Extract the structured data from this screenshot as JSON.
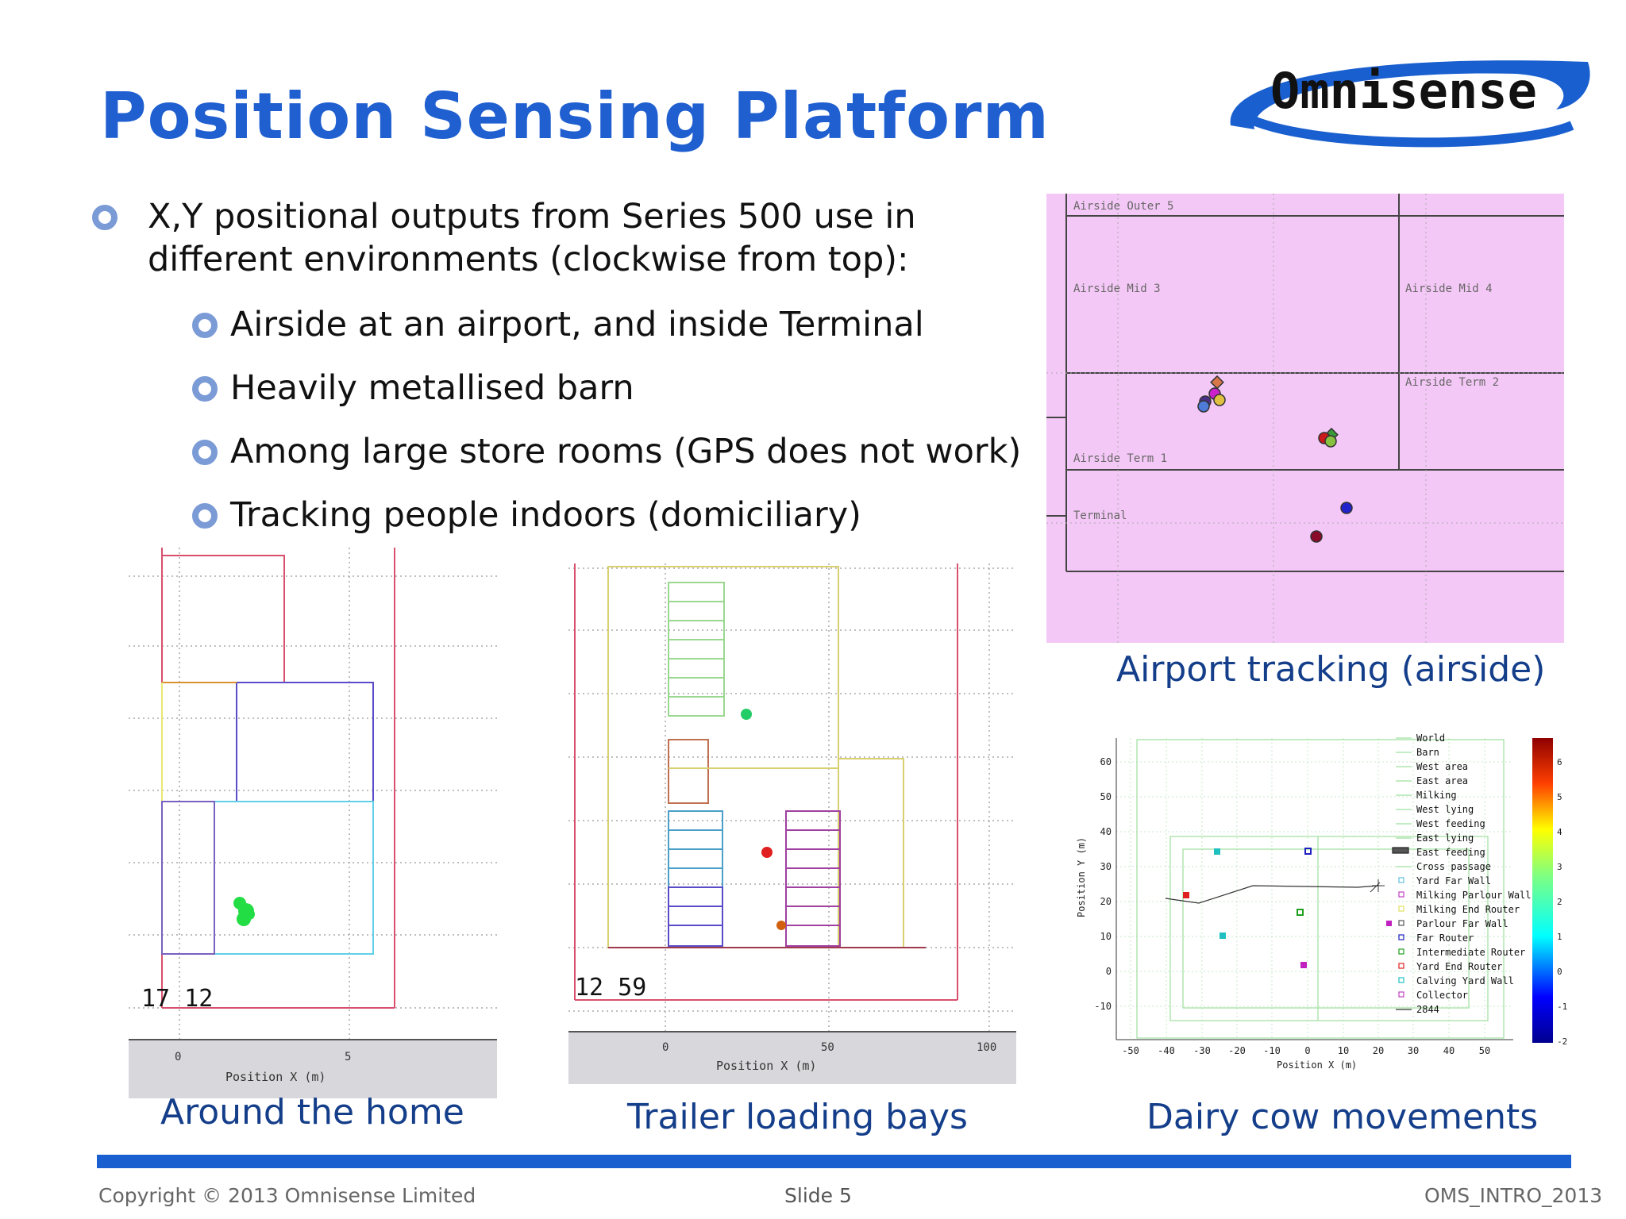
{
  "slide": {
    "title": "Position Sensing Platform",
    "logo_text": "Omnisense",
    "bullet_main": [
      "X,Y positional outputs from Series 500 use in",
      "different environments (clockwise from top):"
    ],
    "sub_bullets": [
      "Airside at an airport, and inside Terminal",
      "Heavily metallised barn",
      "Among large store rooms (GPS does not work)",
      "Tracking people indoors (domiciliary)"
    ]
  },
  "panels": {
    "home": {
      "caption": "Around the home",
      "timestamp": "17 12",
      "xlabel": "Position X (m)",
      "xticks": [
        "0",
        "5"
      ]
    },
    "trailer": {
      "caption": "Trailer loading bays",
      "timestamp": "12 59",
      "xlabel": "Position X (m)",
      "xticks": [
        "0",
        "50",
        "100"
      ]
    },
    "airport": {
      "caption": "Airport tracking (airside)",
      "zones": [
        "Airside Outer 5",
        "Airside Mid 3",
        "Airside Mid 4",
        "Airside Term 2",
        "Airside Term 1",
        "Terminal"
      ]
    },
    "dairy": {
      "caption": "Dairy cow movements",
      "xlabel": "Position X (m)",
      "ylabel": "Position Y (m)",
      "xticks": [
        "-50",
        "-40",
        "-30",
        "-20",
        "-10",
        "0",
        "10",
        "20",
        "30",
        "40",
        "50"
      ],
      "yticks": [
        "60",
        "50",
        "40",
        "30",
        "20",
        "10",
        "0",
        "-10"
      ],
      "colorbar_ticks": [
        "6",
        "5",
        "4",
        "3",
        "2",
        "1",
        "0",
        "-1",
        "-2"
      ],
      "legend": [
        "World",
        "Barn",
        "West area",
        "East area",
        "Milking",
        "West lying",
        "West feeding",
        "East lying",
        "East feeding",
        "Cross passage",
        "Yard Far Wall",
        "Milking Parlour Wall",
        "Milking End Router",
        "Parlour Far Wall",
        "Far Router",
        "Intermediate Router",
        "Yard End Router",
        "Calving Yard Wall",
        "Collector",
        "2844"
      ]
    }
  },
  "footer": {
    "copyright": "Copyright © 2013 Omnisense Limited",
    "slide": "Slide 5",
    "code": "OMS_INTRO_2013"
  },
  "colors": {
    "title": "#1f5fd0",
    "caption": "#143e8a",
    "bar": "#1a5fcf",
    "airport_bg": "#f4c8f6"
  }
}
